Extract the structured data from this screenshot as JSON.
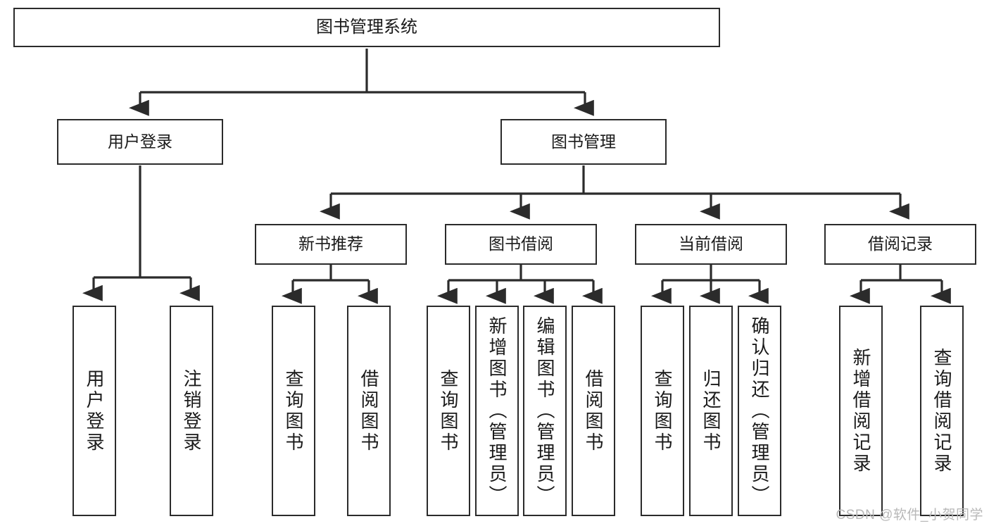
{
  "diagram": {
    "type": "tree",
    "title": "图书管理系统",
    "orientation": "top-down",
    "watermark": "CSDN @软件_小贺同学",
    "colors": {
      "box_border": "#2b2b2b",
      "box_fill": "#ffffff",
      "edge": "#2b2b2b",
      "text": "#1a1a1a",
      "watermark": "#b8b8b8",
      "background": "#ffffff"
    },
    "nodes": {
      "root": {
        "label": "图书管理系统"
      },
      "level2": [
        {
          "id": "user-login",
          "label": "用户登录"
        },
        {
          "id": "book-management",
          "label": "图书管理"
        }
      ],
      "level3": [
        {
          "id": "new-book-recommend",
          "label": "新书推荐"
        },
        {
          "id": "book-borrow",
          "label": "图书借阅"
        },
        {
          "id": "current-borrow",
          "label": "当前借阅"
        },
        {
          "id": "borrow-record",
          "label": "借阅记录"
        }
      ],
      "leaves": {
        "user-login": [
          {
            "id": "leaf-user-login",
            "label": "用户登录"
          },
          {
            "id": "leaf-logout-login",
            "label": "注销登录"
          }
        ],
        "new-book-recommend": [
          {
            "id": "leaf-query-book-1",
            "label": "查询图书"
          },
          {
            "id": "leaf-borrow-book-1",
            "label": "借阅图书"
          }
        ],
        "book-borrow": [
          {
            "id": "leaf-query-book-2",
            "label": "查询图书"
          },
          {
            "id": "leaf-add-book",
            "label": "新增图书（管理员）"
          },
          {
            "id": "leaf-edit-book",
            "label": "编辑图书（管理员）"
          },
          {
            "id": "leaf-borrow-book-2",
            "label": "借阅图书"
          }
        ],
        "current-borrow": [
          {
            "id": "leaf-query-book-3",
            "label": "查询图书"
          },
          {
            "id": "leaf-return-book",
            "label": "归还图书"
          },
          {
            "id": "leaf-confirm-return",
            "label": "确认归还（管理员）"
          }
        ],
        "borrow-record": [
          {
            "id": "leaf-add-record",
            "label": "新增借阅记录"
          },
          {
            "id": "leaf-query-record",
            "label": "查询借阅记录"
          }
        ]
      }
    }
  }
}
